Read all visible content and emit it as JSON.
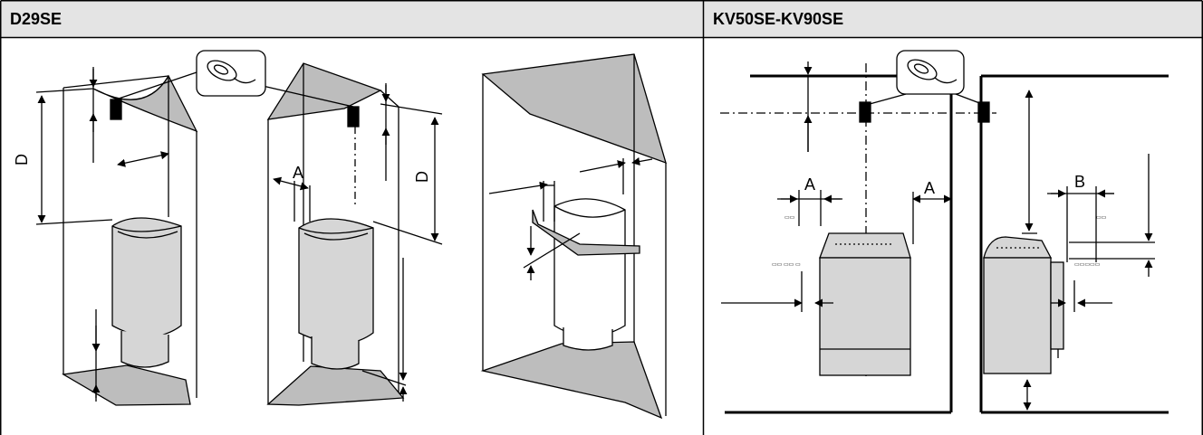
{
  "headers": {
    "left": "D29SE",
    "right": "KV50SE-KV90SE"
  },
  "labels": {
    "d_left": "D",
    "d_middle": "D",
    "a_middle": "A",
    "a_right_1": "A",
    "a_right_2": "A",
    "b_right": "B"
  },
  "colors": {
    "heater_fill": "#d6d6d6",
    "wall_fill": "#bdbdbd",
    "header_bg": "#e4e4e4",
    "line": "#000000"
  }
}
